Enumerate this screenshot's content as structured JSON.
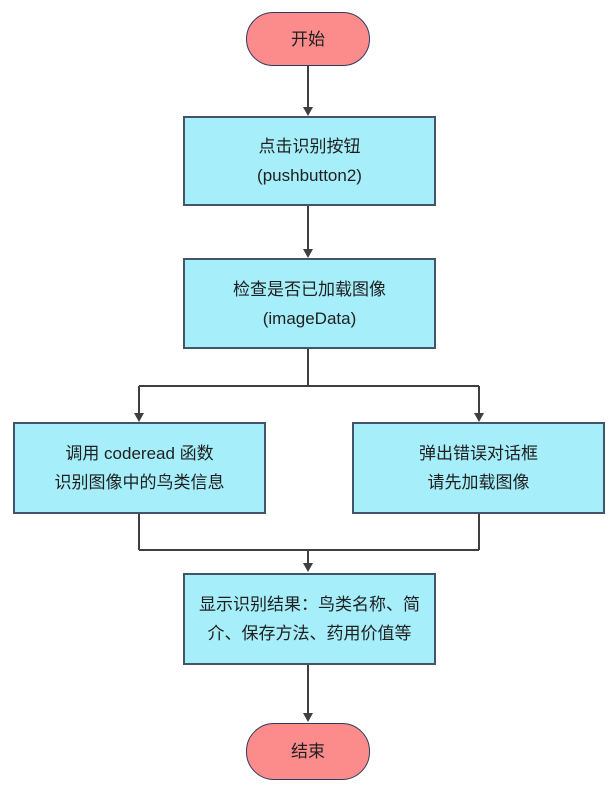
{
  "diagram": {
    "type": "flowchart",
    "background": "#FFFFFF",
    "colors": {
      "terminator_fill": "#FC8C8C",
      "terminator_border": "#32395F",
      "process_fill": "#A5EEFA",
      "process_border": "#44546A",
      "connector": "#3F3F3F",
      "text": "#1F1F1F"
    },
    "nodes": {
      "start": {
        "shape": "terminator",
        "label": "开始"
      },
      "click_button": {
        "shape": "process",
        "line1": "点击识别按钮",
        "line2": "(pushbutton2)"
      },
      "check_image": {
        "shape": "process",
        "line1": "检查是否已加载图像",
        "line2": "(imageData)"
      },
      "call_coderead": {
        "shape": "process",
        "line1": "调用 coderead 函数",
        "line2": "识别图像中的鸟类信息"
      },
      "error_dialog": {
        "shape": "process",
        "line1": "弹出错误对话框",
        "line2": "请先加载图像"
      },
      "show_result": {
        "shape": "process",
        "line1": "显示识别结果：鸟类名称、简",
        "line2": "介、保存方法、药用价值等"
      },
      "end": {
        "shape": "terminator",
        "label": "结束"
      }
    },
    "edges": [
      {
        "from": "start",
        "to": "click_button"
      },
      {
        "from": "click_button",
        "to": "check_image"
      },
      {
        "from": "check_image",
        "to": "call_coderead"
      },
      {
        "from": "check_image",
        "to": "error_dialog"
      },
      {
        "from": "call_coderead",
        "to": "show_result"
      },
      {
        "from": "error_dialog",
        "to": "show_result"
      },
      {
        "from": "show_result",
        "to": "end"
      }
    ]
  }
}
